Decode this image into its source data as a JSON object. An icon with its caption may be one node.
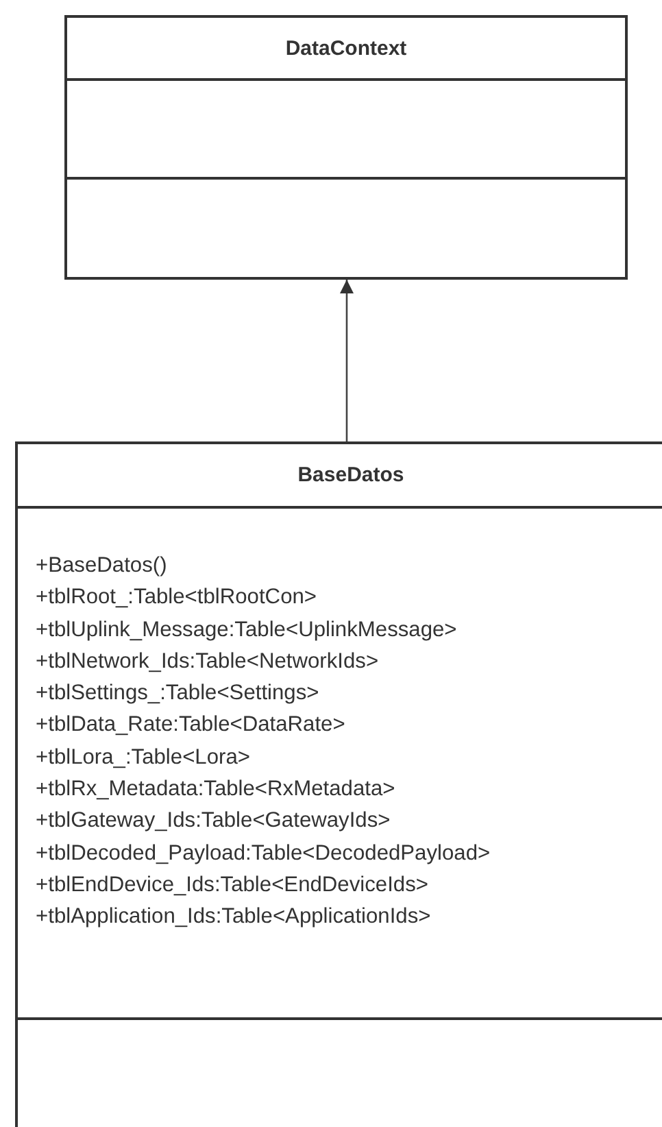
{
  "diagram": {
    "nodes": [
      {
        "text": [
          "DataContext"
        ]
      },
      {
        "text": [
          "BaseDatos",
          "+BaseDatos()",
          "+tblRoot_:Table<tblRootCon>",
          "+tblUplink_Message:Table<UplinkMessage>",
          "+tblNetwork_Ids:Table<NetworkIds>",
          "+tblSettings_:Table<Settings>",
          "+tblData_Rate:Table<DataRate>",
          "+tblLora_:Table<Lora>",
          "+tblRx_Metadata:Table<RxMetadata>",
          "+tblGateway_Ids:Table<GatewayIds>",
          "+tblDecoded_Payload:Table<DecodedPayload>",
          "+tblEndDevice_Ids:Table<EndDeviceIds>",
          "+tblApplication_Ids:Table<ApplicationIds>"
        ]
      }
    ],
    "edges": [
      {
        "from": 1,
        "to": 0,
        "arrow": "to"
      }
    ]
  }
}
